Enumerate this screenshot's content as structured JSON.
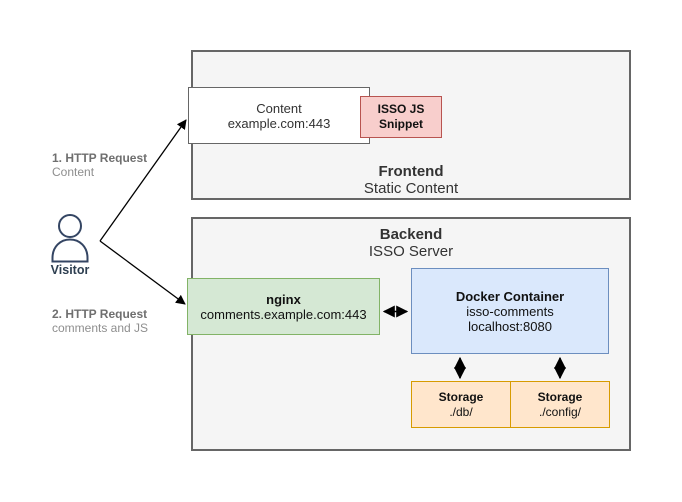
{
  "visitor": {
    "label": "Visitor"
  },
  "request1": {
    "title": "1. HTTP Request",
    "subtitle": "Content"
  },
  "request2": {
    "title": "2. HTTP Request",
    "subtitle": "comments and JS"
  },
  "frontend": {
    "title": "Frontend",
    "subtitle": "Static Content"
  },
  "content_box": {
    "line1": "Content",
    "line2": "example.com:443"
  },
  "isso_snippet": {
    "line1": "ISSO JS",
    "line2": "Snippet"
  },
  "backend": {
    "title": "Backend",
    "subtitle": "ISSO Server"
  },
  "nginx": {
    "line1": "nginx",
    "line2": "comments.example.com:443"
  },
  "docker": {
    "line1": "Docker Container",
    "line2": "isso-comments",
    "line3": "localhost:8080"
  },
  "storage_db": {
    "line1": "Storage",
    "line2": "./db/"
  },
  "storage_config": {
    "line1": "Storage",
    "line2": "./config/"
  },
  "icons": {
    "visitor": "person-outline-icon"
  },
  "colors": {
    "container_fill": "#f5f5f5",
    "container_border": "#666666",
    "red_fill": "#f8cecc",
    "red_border": "#b85450",
    "green_fill": "#d5e8d4",
    "green_border": "#82b366",
    "blue_fill": "#dae8fc",
    "blue_border": "#6c8ebf",
    "orange_fill": "#ffe6cc",
    "orange_border": "#d79b00",
    "arrow": "#000000",
    "note_text": "#6f6f6f",
    "visitor_stroke": "#344563"
  }
}
